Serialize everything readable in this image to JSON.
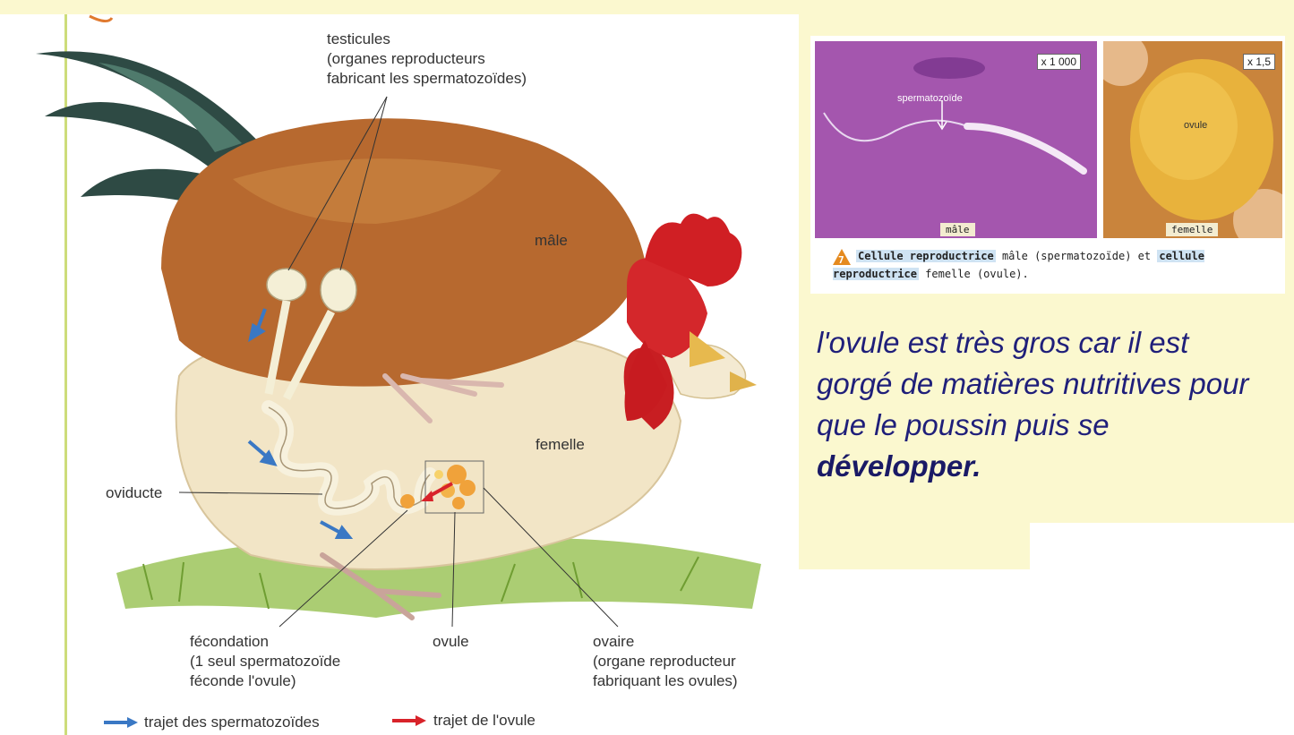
{
  "labels": {
    "testicules": "testicules\n(organes reproducteurs\nfabricant les spermatozoïdes)",
    "male": "mâle",
    "femelle": "femelle",
    "oviducte": "oviducte",
    "fecondation": "fécondation\n(1 seul spermatozoïde\nféconde l'ovule)",
    "ovule": "ovule",
    "ovaire": "ovaire\n(organe reproducteur\nfabriquant les ovules)"
  },
  "legend": {
    "sperm_path": "trajet des spermatozoïdes",
    "ovule_path": "trajet de l'ovule",
    "sperm_color": "#3a78c4",
    "ovule_color": "#d8232a"
  },
  "photos": {
    "male_mag": "x 1 000",
    "female_mag": "x 1,5",
    "sperm_label": "spermatozoïde",
    "ovule_label": "ovule",
    "male_tag": "mâle",
    "female_tag": "femelle"
  },
  "caption": {
    "number": "7",
    "part1": "Cellule reproductrice",
    "part2": " mâle (spermatozoïde) et ",
    "part3": "cellule reproductrice",
    "part4": " femelle (ovule)."
  },
  "paragraph": {
    "text": "l'ovule est très gros car il est gorgé de matières nutritives pour que le poussin puis se ",
    "bold": "développer."
  }
}
